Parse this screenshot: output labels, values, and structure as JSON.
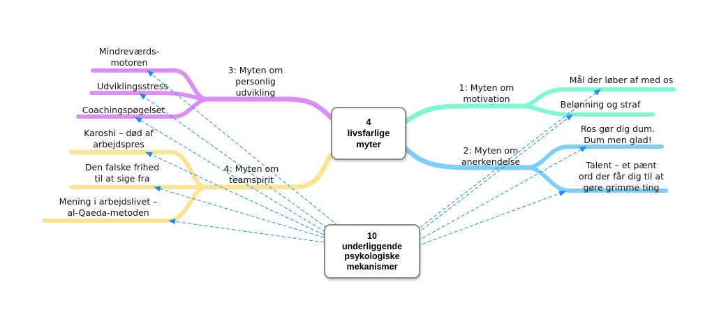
{
  "central_nodes": {
    "myths": {
      "label": "4\nlivsfarlige\nmyter"
    },
    "mechanisms": {
      "label": "10\nunderliggende\npsykologiske\nmekanismer"
    }
  },
  "colors": {
    "myth1": "#7ff7d4",
    "myth2": "#7dcffb",
    "myth3": "#dd8ef4",
    "myth4": "#fde491",
    "arrow": "#1a8cff",
    "node_border": "#8a8a8a"
  },
  "branches": [
    {
      "id": "myth1",
      "label": "1: Myten om\nmotivation",
      "children": [
        {
          "label": "Mål der løber af med os"
        },
        {
          "label": "Belønning og straf"
        }
      ]
    },
    {
      "id": "myth2",
      "label": "2: Myten om\nanerkendelse",
      "children": [
        {
          "label": "Ros gør dig dum.\nDum men glad!"
        },
        {
          "label": "Talent – et pænt\nord der får dig til at\ngøre grimme ting"
        }
      ]
    },
    {
      "id": "myth3",
      "label": "3: Myten om\npersonlig\nudvikling",
      "children": [
        {
          "label": "Mindreværds-\nmotoren"
        },
        {
          "label": "Udviklingsstress"
        },
        {
          "label": "Coachingspøgelset"
        }
      ]
    },
    {
      "id": "myth4",
      "label": "4: Myten om\nteamspirit",
      "children": [
        {
          "label": "Karoshi – død af\narbejdspres"
        },
        {
          "label": "Den falske frihed\ntil at sige fra"
        },
        {
          "label": "Mening i arbejdslivet –\nal-Qaeda-metoden"
        }
      ]
    }
  ],
  "relationships": {
    "from": "mechanisms",
    "to": [
      "myth1.0",
      "myth1.1",
      "myth2.0",
      "myth2.1",
      "myth3.0",
      "myth3.1",
      "myth3.2",
      "myth4.0",
      "myth4.1",
      "myth4.2"
    ]
  }
}
